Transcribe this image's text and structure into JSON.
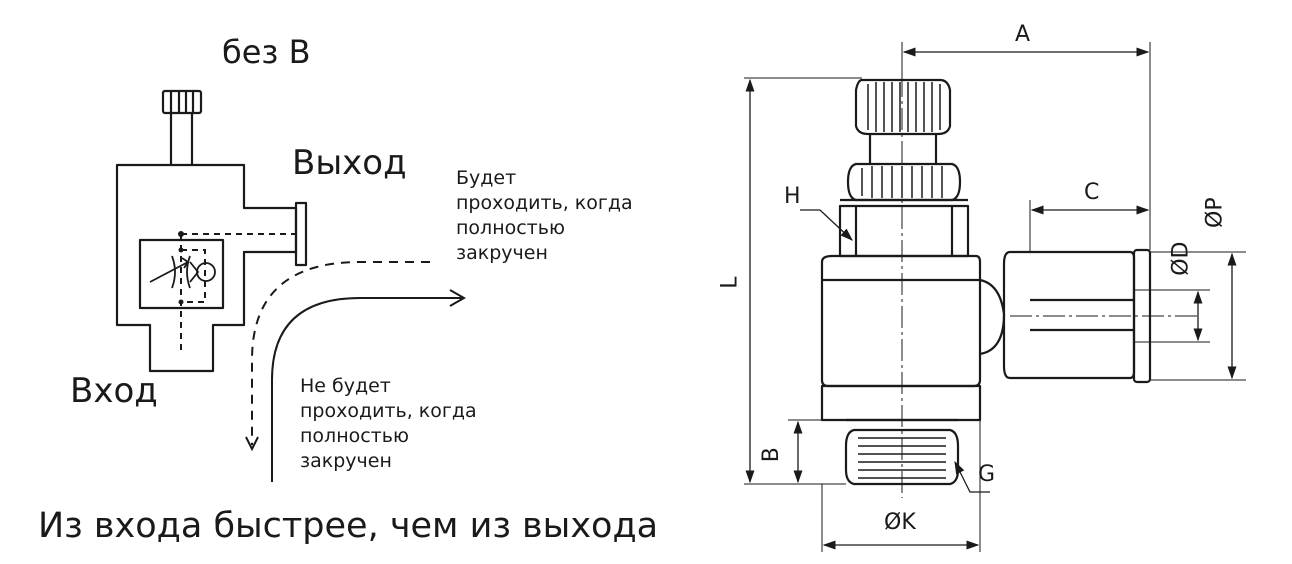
{
  "schematic": {
    "title": "без В",
    "outlet_label": "Выход",
    "inlet_label": "Вход",
    "note_pass": "Будет\nпроходить, когда\nполностью\nзакручен",
    "note_no_pass": "Не будет\nпроходить, когда\nполностью\nзакручен",
    "caption": "Из входа быстрее, чем из выхода"
  },
  "drawing": {
    "dimension_labels": {
      "A": "A",
      "C": "C",
      "H": "H",
      "L": "L",
      "B": "B",
      "G": "G",
      "K": "ØK",
      "D": "ØD",
      "P": "ØP"
    }
  },
  "colors": {
    "ink": "#1a1a1a",
    "background": "#ffffff"
  }
}
